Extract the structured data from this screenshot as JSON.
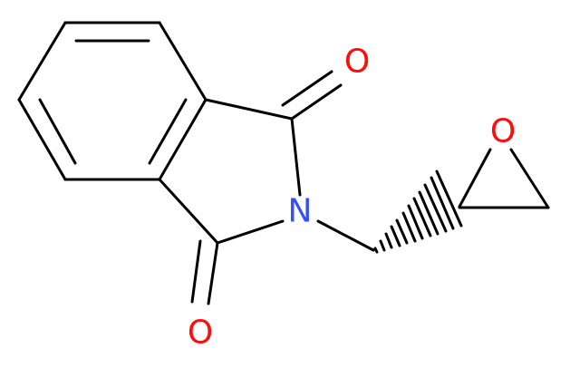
{
  "molecule": {
    "atoms": {
      "carbonyl_o_top": {
        "symbol": "O",
        "color": "#ff0d0d"
      },
      "carbonyl_o_bottom": {
        "symbol": "O",
        "color": "#ff0d0d"
      },
      "imide_n": {
        "symbol": "N",
        "color": "#3050f8"
      },
      "epoxide_o": {
        "symbol": "O",
        "color": "#ff0d0d"
      }
    }
  }
}
